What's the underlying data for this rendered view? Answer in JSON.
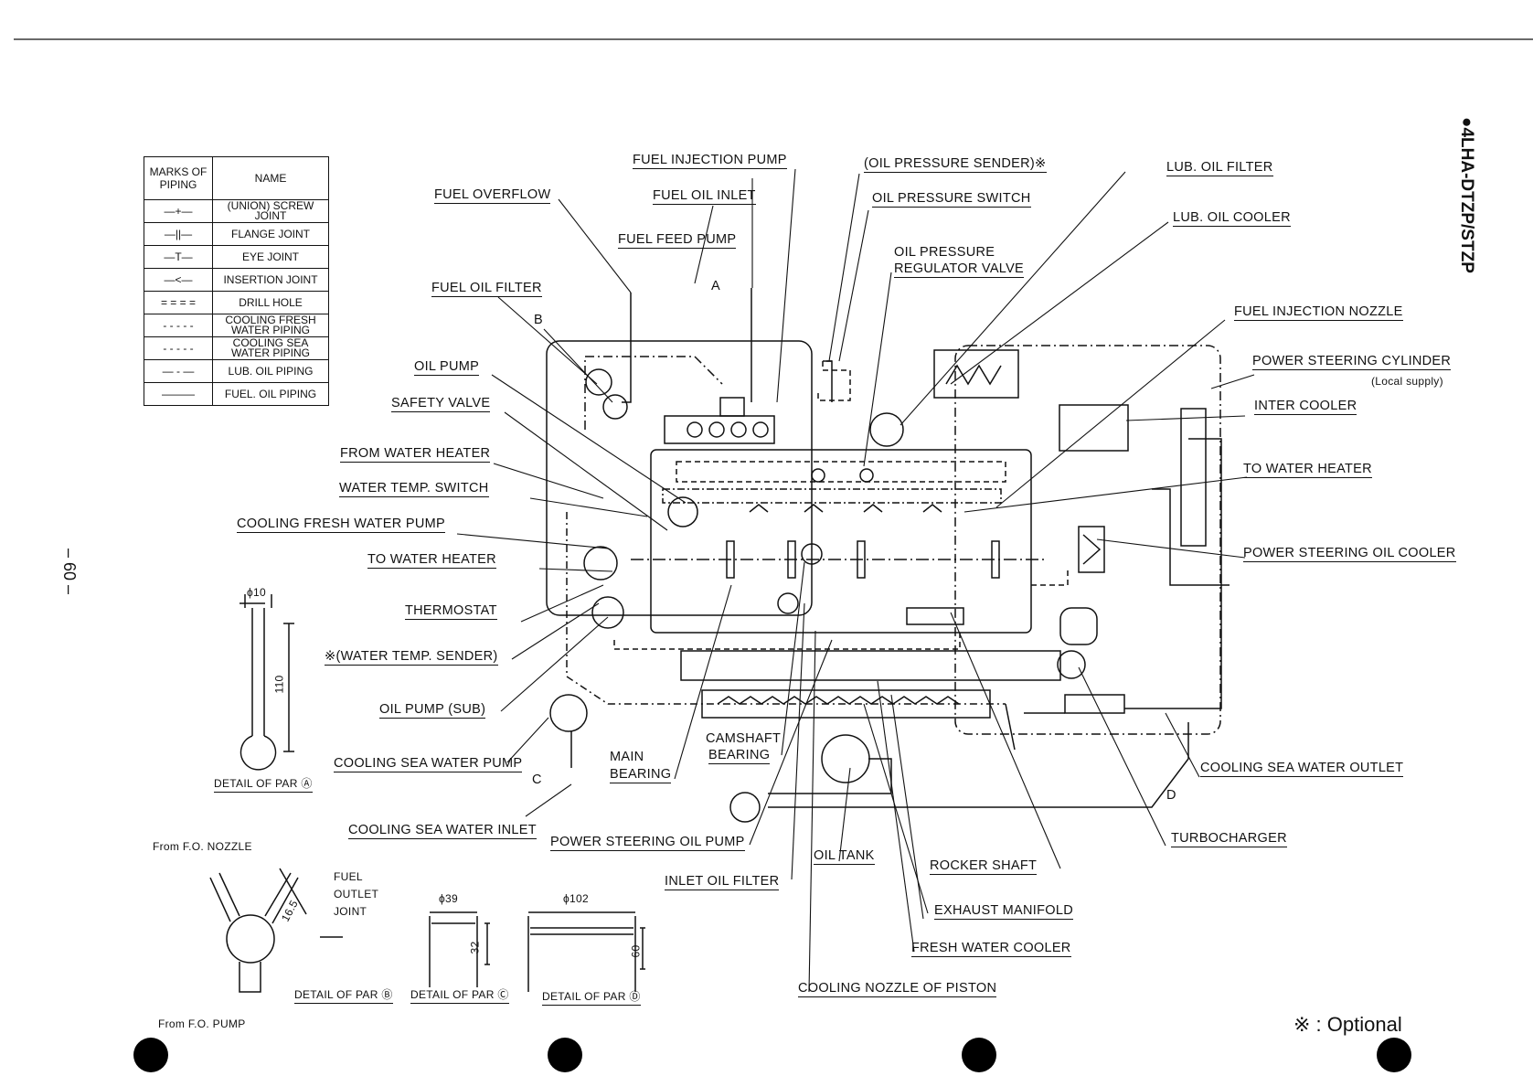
{
  "title": "●4LHA-DTZP/STZP",
  "page_number": "– 60 –",
  "optional_note": "※ : Optional",
  "legend": {
    "header_marks": "MARKS OF PIPING",
    "header_name": "NAME",
    "rows": [
      {
        "mark": "—+—",
        "name": "(UNION) SCREW JOINT"
      },
      {
        "mark": "—||—",
        "name": "FLANGE JOINT"
      },
      {
        "mark": "—T—",
        "name": "EYE JOINT"
      },
      {
        "mark": "—<—",
        "name": "INSERTION JOINT"
      },
      {
        "mark": "= = = =",
        "name": "DRILL HOLE"
      },
      {
        "mark": "- - - - -",
        "name": "COOLING FRESH WATER PIPING"
      },
      {
        "mark": "- - - - -",
        "name": "COOLING SEA WATER PIPING"
      },
      {
        "mark": "— - —",
        "name": "LUB. OIL PIPING"
      },
      {
        "mark": "———",
        "name": "FUEL. OIL PIPING"
      }
    ]
  },
  "labels": {
    "fuel_injection_pump": "FUEL INJECTION PUMP",
    "oil_pressure_sender": "(OIL PRESSURE SENDER)※",
    "lub_oil_filter": "LUB. OIL FILTER",
    "fuel_overflow": "FUEL OVERFLOW",
    "fuel_oil_inlet": "FUEL OIL INLET",
    "oil_pressure_switch": "OIL PRESSURE SWITCH",
    "lub_oil_cooler": "LUB. OIL COOLER",
    "fuel_feed_pump": "FUEL FEED PUMP",
    "oil_pressure_regulator_valve_1": "OIL PRESSURE",
    "oil_pressure_regulator_valve_2": "REGULATOR VALVE",
    "fuel_oil_filter": "FUEL OIL FILTER",
    "a": "A",
    "b": "B",
    "c": "C",
    "d": "D",
    "fuel_injection_nozzle": "FUEL INJECTION NOZZLE",
    "power_steering_cylinder": "POWER STEERING CYLINDER",
    "local_supply": "(Local supply)",
    "oil_pump": "OIL PUMP",
    "safety_valve": "SAFETY VALVE",
    "inter_cooler": "INTER COOLER",
    "from_water_heater": "FROM WATER HEATER",
    "to_water_heater_right": "TO WATER HEATER",
    "water_temp_switch": "WATER TEMP. SWITCH",
    "cooling_fresh_water_pump": "COOLING FRESH WATER PUMP",
    "power_steering_oil_cooler": "POWER STEERING OIL COOLER",
    "to_water_heater_left": "TO WATER HEATER",
    "thermostat": "THERMOSTAT",
    "water_temp_sender": "※(WATER TEMP. SENDER)",
    "oil_pump_sub": "OIL PUMP (SUB)",
    "cooling_sea_water_pump": "COOLING SEA WATER PUMP",
    "camshaft_bearing_1": "CAMSHAFT",
    "camshaft_bearing_2": "BEARING",
    "main_bearing_1": "MAIN",
    "main_bearing_2": "BEARING",
    "cooling_sea_water_outlet": "COOLING SEA WATER OUTLET",
    "cooling_sea_water_inlet": "COOLING SEA WATER INLET",
    "power_steering_oil_pump": "POWER STEERING OIL PUMP",
    "turbocharger": "TURBOCHARGER",
    "oil_tank": "OIL TANK",
    "rocker_shaft": "ROCKER SHAFT",
    "inlet_oil_filter": "INLET OIL FILTER",
    "exhaust_manifold": "EXHAUST MANIFOLD",
    "fresh_water_cooler": "FRESH WATER COOLER",
    "cooling_nozzle_of_piston": "COOLING NOZZLE OF PISTON",
    "detail_a": "DETAIL OF PAR Ⓐ",
    "detail_b": "DETAIL OF PAR Ⓑ",
    "detail_c": "DETAIL OF PAR Ⓒ",
    "detail_d": "DETAIL OF PAR Ⓓ",
    "from_fo_nozzle": "From F.O. NOZZLE",
    "from_fo_pump": "From F.O. PUMP",
    "fuel_outlet_joint_1": "FUEL",
    "fuel_outlet_joint_2": "OUTLET",
    "fuel_outlet_joint_3": "JOINT",
    "dim_phi10": "ϕ10",
    "dim_110": "110",
    "dim_16_5": "16.5",
    "dim_phi39": "ϕ39",
    "dim_32": "32",
    "dim_phi102": "ϕ102",
    "dim_60": "60"
  }
}
